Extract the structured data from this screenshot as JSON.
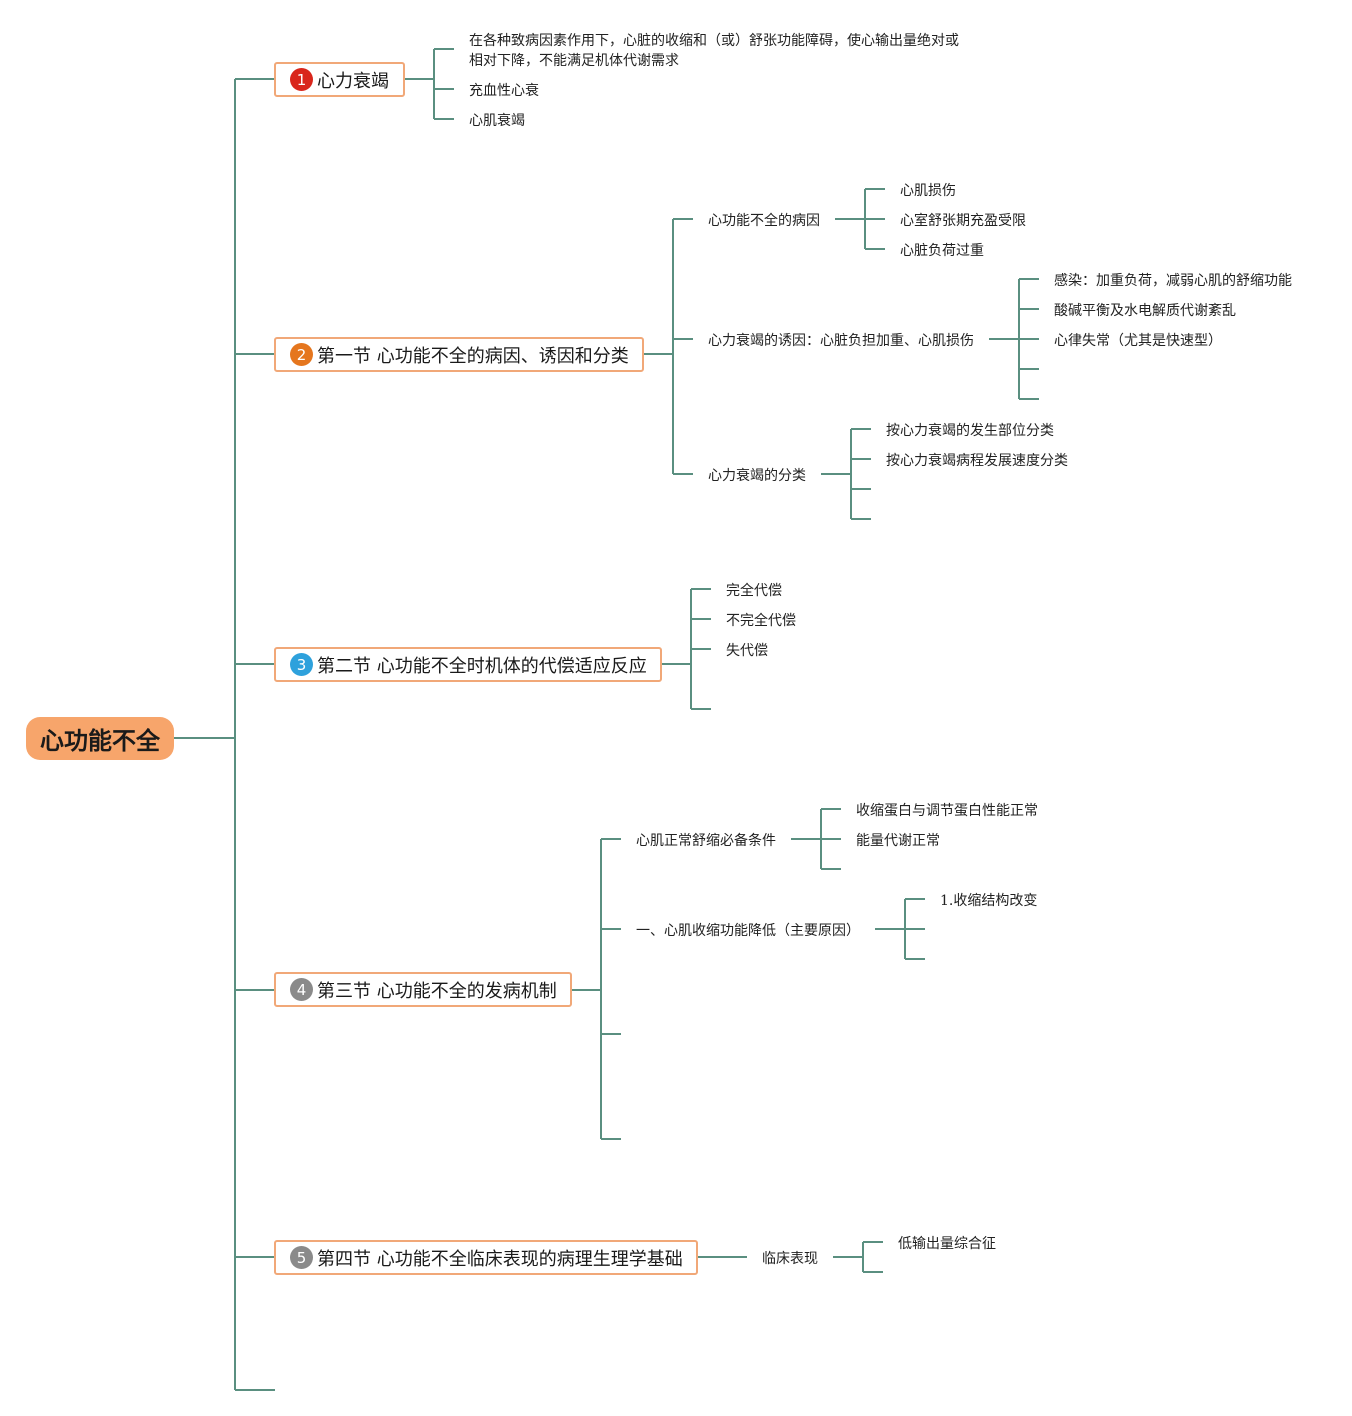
{
  "root": "心功能不全",
  "branches": [
    {
      "num": "1",
      "color": "#d9261c",
      "label": "心力衰竭"
    },
    {
      "num": "2",
      "color": "#e5761e",
      "label": "第一节 心功能不全的病因、诱因和分类"
    },
    {
      "num": "3",
      "color": "#2ea1dc",
      "label": "第二节 心功能不全时机体的代偿适应反应"
    },
    {
      "num": "4",
      "color": "#8a8a8a",
      "label": "第三节 心功能不全的发病机制"
    },
    {
      "num": "5",
      "color": "#8a8a8a",
      "label": "第四节 心功能不全临床表现的病理生理学基础"
    }
  ],
  "b1": {
    "definition_line1": "在各种致病因素作用下，心脏的收缩和（或）舒张功能障碍，使心输出量绝对或",
    "definition_line2": "相对下降，不能满足机体代谢需求",
    "items": [
      "充血性心衰",
      "心肌衰竭"
    ]
  },
  "b2": {
    "cause": {
      "label": "心功能不全的病因",
      "items": [
        "心肌损伤",
        "心室舒张期充盈受限",
        "心脏负荷过重"
      ]
    },
    "trigger": {
      "label": "心力衰竭的诱因：心脏负担加重、心肌损伤",
      "items": [
        "感染：加重负荷，减弱心肌的舒缩功能",
        "酸碱平衡及水电解质代谢紊乱",
        "心律失常（尤其是快速型）"
      ]
    },
    "classification": {
      "label": "心力衰竭的分类",
      "items": [
        "按心力衰竭的发生部位分类",
        "按心力衰竭病程发展速度分类"
      ]
    }
  },
  "b3": {
    "items": [
      "完全代偿",
      "不完全代偿",
      "失代偿"
    ]
  },
  "b4": {
    "conditions": {
      "label": "心肌正常舒缩必备条件",
      "items": [
        "收缩蛋白与调节蛋白性能正常",
        "能量代谢正常"
      ]
    },
    "contraction": {
      "label": "一、心肌收缩功能降低（主要原因）",
      "items": [
        "1.收缩结构改变"
      ]
    }
  },
  "b5": {
    "clinical": {
      "label": "临床表现",
      "items": [
        "低输出量综合征"
      ]
    }
  },
  "colors": {
    "line": "#5a8f80",
    "node_border": "#f1a878",
    "root_fill": "#f7a56b"
  }
}
